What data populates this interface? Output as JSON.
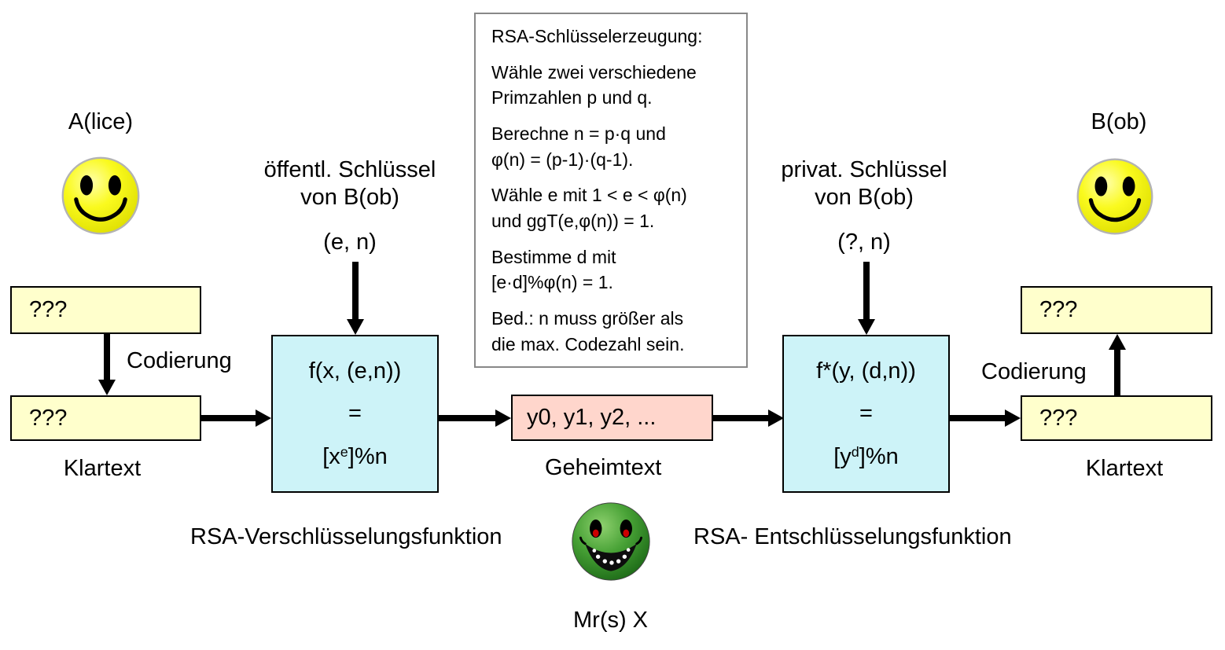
{
  "keygen": {
    "title": "RSA-Schlüsselerzeugung:",
    "steps": [
      "Wähle zwei verschiedene\nPrimzahlen p und q.",
      "Berechne n = p·q und\nφ(n) = (p-1)·(q-1).",
      "Wähle e mit 1 < e < φ(n)\nund ggT(e,φ(n)) = 1.",
      "Bestimme d mit\n[e·d]%φ(n) = 1.",
      "Bed.: n muss größer als\ndie max. Codezahl sein."
    ]
  },
  "actors": {
    "alice": "A(lice)",
    "bob": "B(ob)",
    "mrx": "Mr(s) X"
  },
  "keys": {
    "public_label": "öffentl. Schlüssel\nvon B(ob)",
    "public_value": "(e, n)",
    "private_label": "privat. Schlüssel\nvon B(ob)",
    "private_value": "(?, n)"
  },
  "encrypt": {
    "line1": "f(x, (e,n))",
    "line2": "=",
    "formula_pre": "[x",
    "formula_sup": "e",
    "formula_post": "]%n",
    "caption": "RSA-Verschlüsselungsfunktion"
  },
  "decrypt": {
    "line1": "f*(y, (d,n))",
    "line2": "=",
    "formula_pre": "[y",
    "formula_sup": "d",
    "formula_post": "]%n",
    "caption": "RSA- Entschlüsselungsfunktion"
  },
  "left_flow": {
    "box1": "???",
    "box2": "???",
    "coding": "Codierung",
    "caption": "Klartext"
  },
  "right_flow": {
    "box1": "???",
    "box2": "???",
    "coding": "Codierung",
    "caption": "Klartext"
  },
  "cipher": {
    "value": "y0, y1, y2, ...",
    "caption": "Geheimtext"
  },
  "colors": {
    "plain_box": "#FFFFCC",
    "function_box": "#CDF3F8",
    "cipher_box": "#FFD6CC",
    "keygen_border": "#888888",
    "smiley_yellow": "#F5F500",
    "smiley_green": "#3F9A30",
    "evil_eye_red": "#CC0000"
  }
}
